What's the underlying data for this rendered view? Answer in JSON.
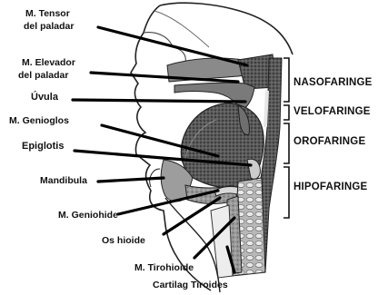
{
  "labels": {
    "tensor": [
      "M. Tensor",
      "del paladar"
    ],
    "elevador": [
      "M. Elevador",
      "del paladar"
    ],
    "uvula": "Úvula",
    "genioglos": "M. Genioglos",
    "epiglotis": "Epiglotis",
    "mandibula": "Mandibula",
    "geniohide": "M. Geniohide",
    "hioide": "Os hioide",
    "tirohioide": "M. Tirohioide",
    "tiroides": "Cartilag Tiroides"
  },
  "regions": {
    "nasofaringe": "NASOFARINGE",
    "velofaringe": "VELOFARINGE",
    "orofaringe": "OROFARINGE",
    "hipofaringe": "HIPOFARINGE"
  }
}
